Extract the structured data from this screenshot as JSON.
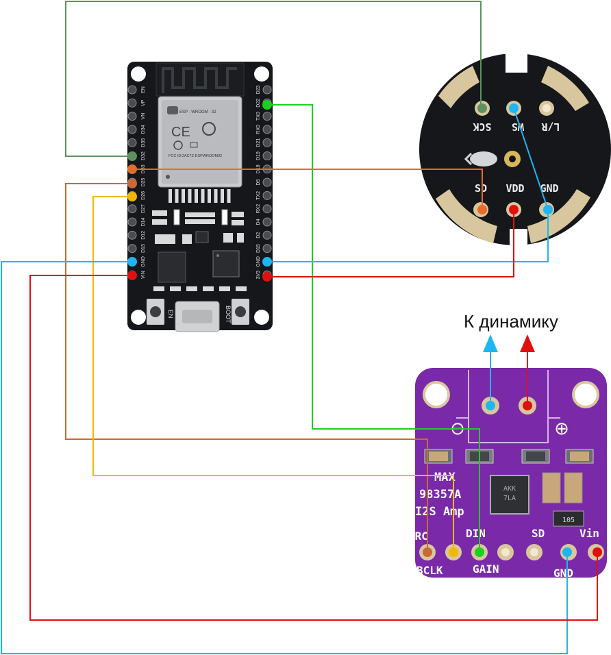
{
  "caption": "К динамику",
  "colors": {
    "board": "#15171b",
    "board_edge": "#2b2e33",
    "amp": "#7a2aa8",
    "amp_light": "#8d3bbd",
    "wire_green_dark": "#5e9160",
    "wire_green": "#19d11f",
    "wire_orange": "#e66a2c",
    "wire_brown": "#c86a35",
    "wire_yellow": "#f2b800",
    "wire_blue": "#1eb6f0",
    "wire_red": "#e01010"
  },
  "esp32": {
    "module_lines": [
      "ESP - WROOM - 32",
      "FCC ID:2AC7Z-ESPWROOM32"
    ],
    "left_pins": [
      "EN",
      "VP",
      "VN",
      "D34",
      "D35",
      "D32",
      "D33",
      "D25",
      "D26",
      "D27",
      "D14",
      "D12",
      "D13",
      "GND",
      "VIN"
    ],
    "right_pins": [
      "D23",
      "D22",
      "TX0",
      "RX0",
      "D21",
      "D19",
      "D18",
      "D5",
      "TX2",
      "RX2",
      "D4",
      "D2",
      "D15",
      "GND",
      "3V3"
    ],
    "button_en": "EN",
    "button_boot": "BOOT"
  },
  "mic": {
    "top_labels": [
      "SCK",
      "WS",
      "L/R"
    ],
    "bottom_labels": [
      "SD",
      "VDD",
      "GND"
    ]
  },
  "amp": {
    "title_lines": [
      "MAX",
      "98357A",
      "I2S Amp"
    ],
    "chip_text": [
      "AKK",
      "7LA"
    ],
    "resistor_text": "105",
    "minus": "⊖",
    "plus": "⊕",
    "top_pin_labels": [
      "LRC",
      "DIN",
      "SD",
      "Vin"
    ],
    "bottom_pin_labels": [
      "BCLK",
      "GAIN",
      "GND"
    ]
  }
}
